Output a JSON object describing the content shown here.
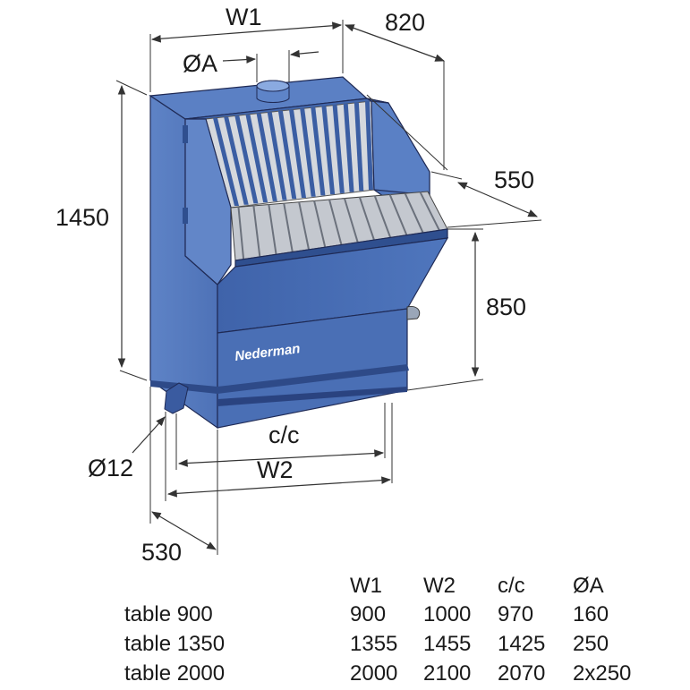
{
  "dimensions": {
    "w1": "W1",
    "depth_820": "820",
    "duct_diameter": "ØA",
    "depth_550": "550",
    "height_1450": "1450",
    "height_850": "850",
    "cc": "c/c",
    "w2": "W2",
    "drain_12": "Ø12",
    "depth_530": "530"
  },
  "brand": "Nederman",
  "table": {
    "headers": [
      "",
      "W1",
      "W2",
      "c/c",
      "ØA"
    ],
    "rows": [
      [
        "table 900",
        "900",
        "1000",
        "970",
        "160"
      ],
      [
        "table 1350",
        "1355",
        "1455",
        "1425",
        "250"
      ],
      [
        "table 2000",
        "2000",
        "2100",
        "2070",
        "2x250"
      ]
    ]
  },
  "colors": {
    "body": "#4a6fb5",
    "body_dark": "#3a5a9e",
    "body_light": "#6a8fcf",
    "grate": "#c4c8cf",
    "inner": "#d5d8dd"
  }
}
